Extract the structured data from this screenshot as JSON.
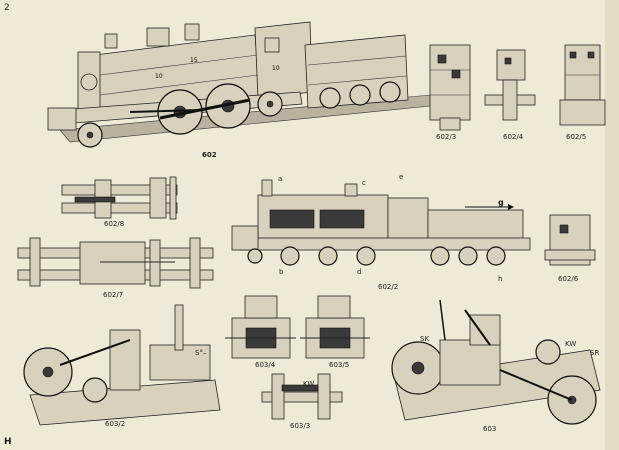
{
  "page": {
    "number": "2",
    "footer_letter": "H"
  },
  "figures": {
    "f602": "602",
    "f602_3": "602/3",
    "f602_4": "602/4",
    "f602_5": "602/5",
    "f602_8": "602/8",
    "f602_7": "602/7",
    "f602_2": "602/2",
    "f602_6": "602/6",
    "f603_4": "603/4",
    "f603_5": "603/5",
    "f603_2": "603/2",
    "f603_3": "603/3",
    "f603": "603"
  },
  "callouts": {
    "a": "a",
    "b": "b",
    "c": "c",
    "d": "d",
    "e": "e",
    "g": "g",
    "h": "h",
    "sk": "SK",
    "kw": "KW",
    "sr": "SR",
    "kw2": "KW",
    "g_num": "g",
    "sp_note": "S°–"
  }
}
